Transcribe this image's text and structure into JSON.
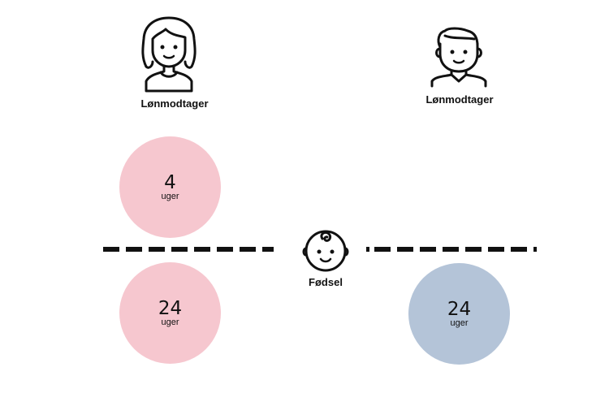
{
  "colors": {
    "mother": "#f6c7cf",
    "father": "#b4c4d8",
    "ink": "#111111"
  },
  "mother": {
    "icon": "woman-icon",
    "label": "Lønmodtager",
    "before_birth": {
      "value": "4",
      "unit": "uger"
    },
    "after_birth": {
      "value": "24",
      "unit": "uger"
    }
  },
  "father": {
    "icon": "man-icon",
    "label": "Lønmodtager",
    "after_birth": {
      "value": "24",
      "unit": "uger"
    }
  },
  "birth": {
    "icon": "baby-icon",
    "label": "Fødsel"
  }
}
